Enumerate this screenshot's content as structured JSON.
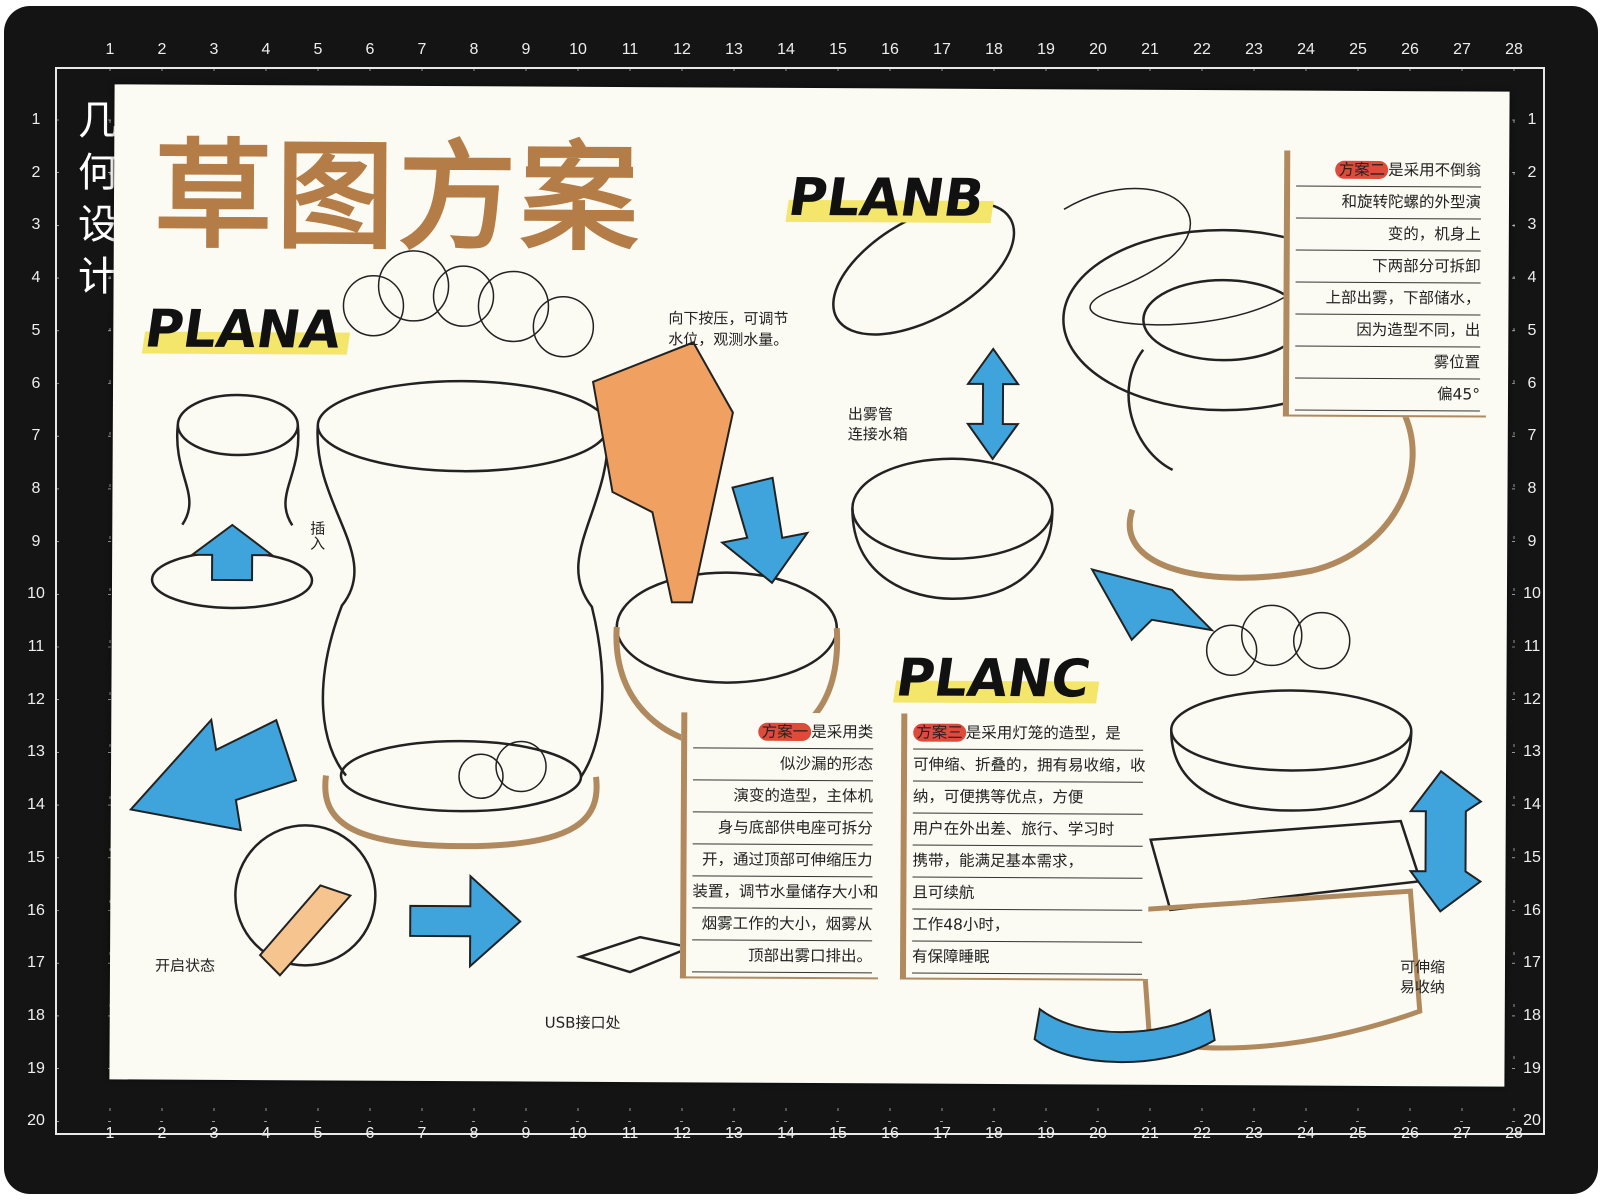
{
  "mat": {
    "top_numbers": [
      "1",
      "2",
      "3",
      "4",
      "5",
      "6",
      "7",
      "8",
      "9",
      "10",
      "11",
      "12",
      "13",
      "14",
      "15",
      "16",
      "17",
      "18",
      "19",
      "20",
      "21",
      "22",
      "23",
      "24",
      "25",
      "26",
      "27",
      "28"
    ],
    "side_numbers": [
      "1",
      "2",
      "3",
      "4",
      "5",
      "6",
      "7",
      "8",
      "9",
      "10",
      "11",
      "12",
      "13",
      "14",
      "15",
      "16",
      "17",
      "18",
      "19",
      "20"
    ],
    "colors": {
      "mat": "#141414",
      "grid": "#e8e8e8"
    }
  },
  "side_label": "几何设计",
  "title": "草图方案",
  "plans": {
    "a": {
      "label": "PLANA",
      "notes": [
        "向下按压，可调节水位，观测水量。",
        "插入",
        "开启状态",
        "USB接口处"
      ],
      "description": [
        "方案一是采用类",
        "似沙漏的形态",
        "演变的造型，主体机",
        "身与底部供电座可拆分",
        "开，通过顶部可伸缩压力",
        "装置，调节水量储存大小和",
        "烟雾工作的大小，烟雾从",
        "顶部出雾口排出。"
      ]
    },
    "b": {
      "label": "PLANB",
      "notes": [
        "出雾管",
        "连接水箱"
      ],
      "description": [
        "方案二是采用不倒翁",
        "和旋转陀螺的外型演",
        "变的，机身上",
        "下两部分可拆卸",
        "上部出雾，下部储水，",
        "因为造型不同，出",
        "雾位置",
        "偏45°"
      ]
    },
    "c": {
      "label": "PLANC",
      "notes": [
        "可伸缩",
        "易收纳"
      ],
      "description": [
        "方案三是采用灯笼的造型，是",
        "可伸缩、折叠的，拥有易收缩，收",
        "纳，可便携等优点，方便",
        "用户在外出差、旅行、学习时",
        "携带，能满足基本需求，",
        "且可续航",
        "工作48小时，",
        "有保障睡眠"
      ]
    }
  },
  "colors": {
    "title": "#b47c46",
    "highlight": "#f4e66b",
    "arrow": "#3fa4dc",
    "skin": "#f0a060",
    "paper": "#fbfbf3"
  }
}
